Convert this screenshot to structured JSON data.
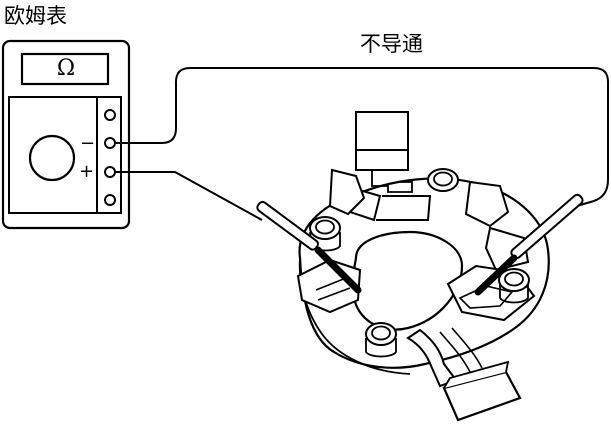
{
  "labels": {
    "meter": "欧姆表",
    "status": "不导通",
    "display": "Ω",
    "minus": "−",
    "plus": "+"
  },
  "icons": [
    "ohmmeter-icon",
    "test-probe-icon",
    "brush-holder-icon"
  ],
  "colors": {
    "ink": "#000000",
    "background": "#ffffff",
    "fill": "#ffffff"
  }
}
